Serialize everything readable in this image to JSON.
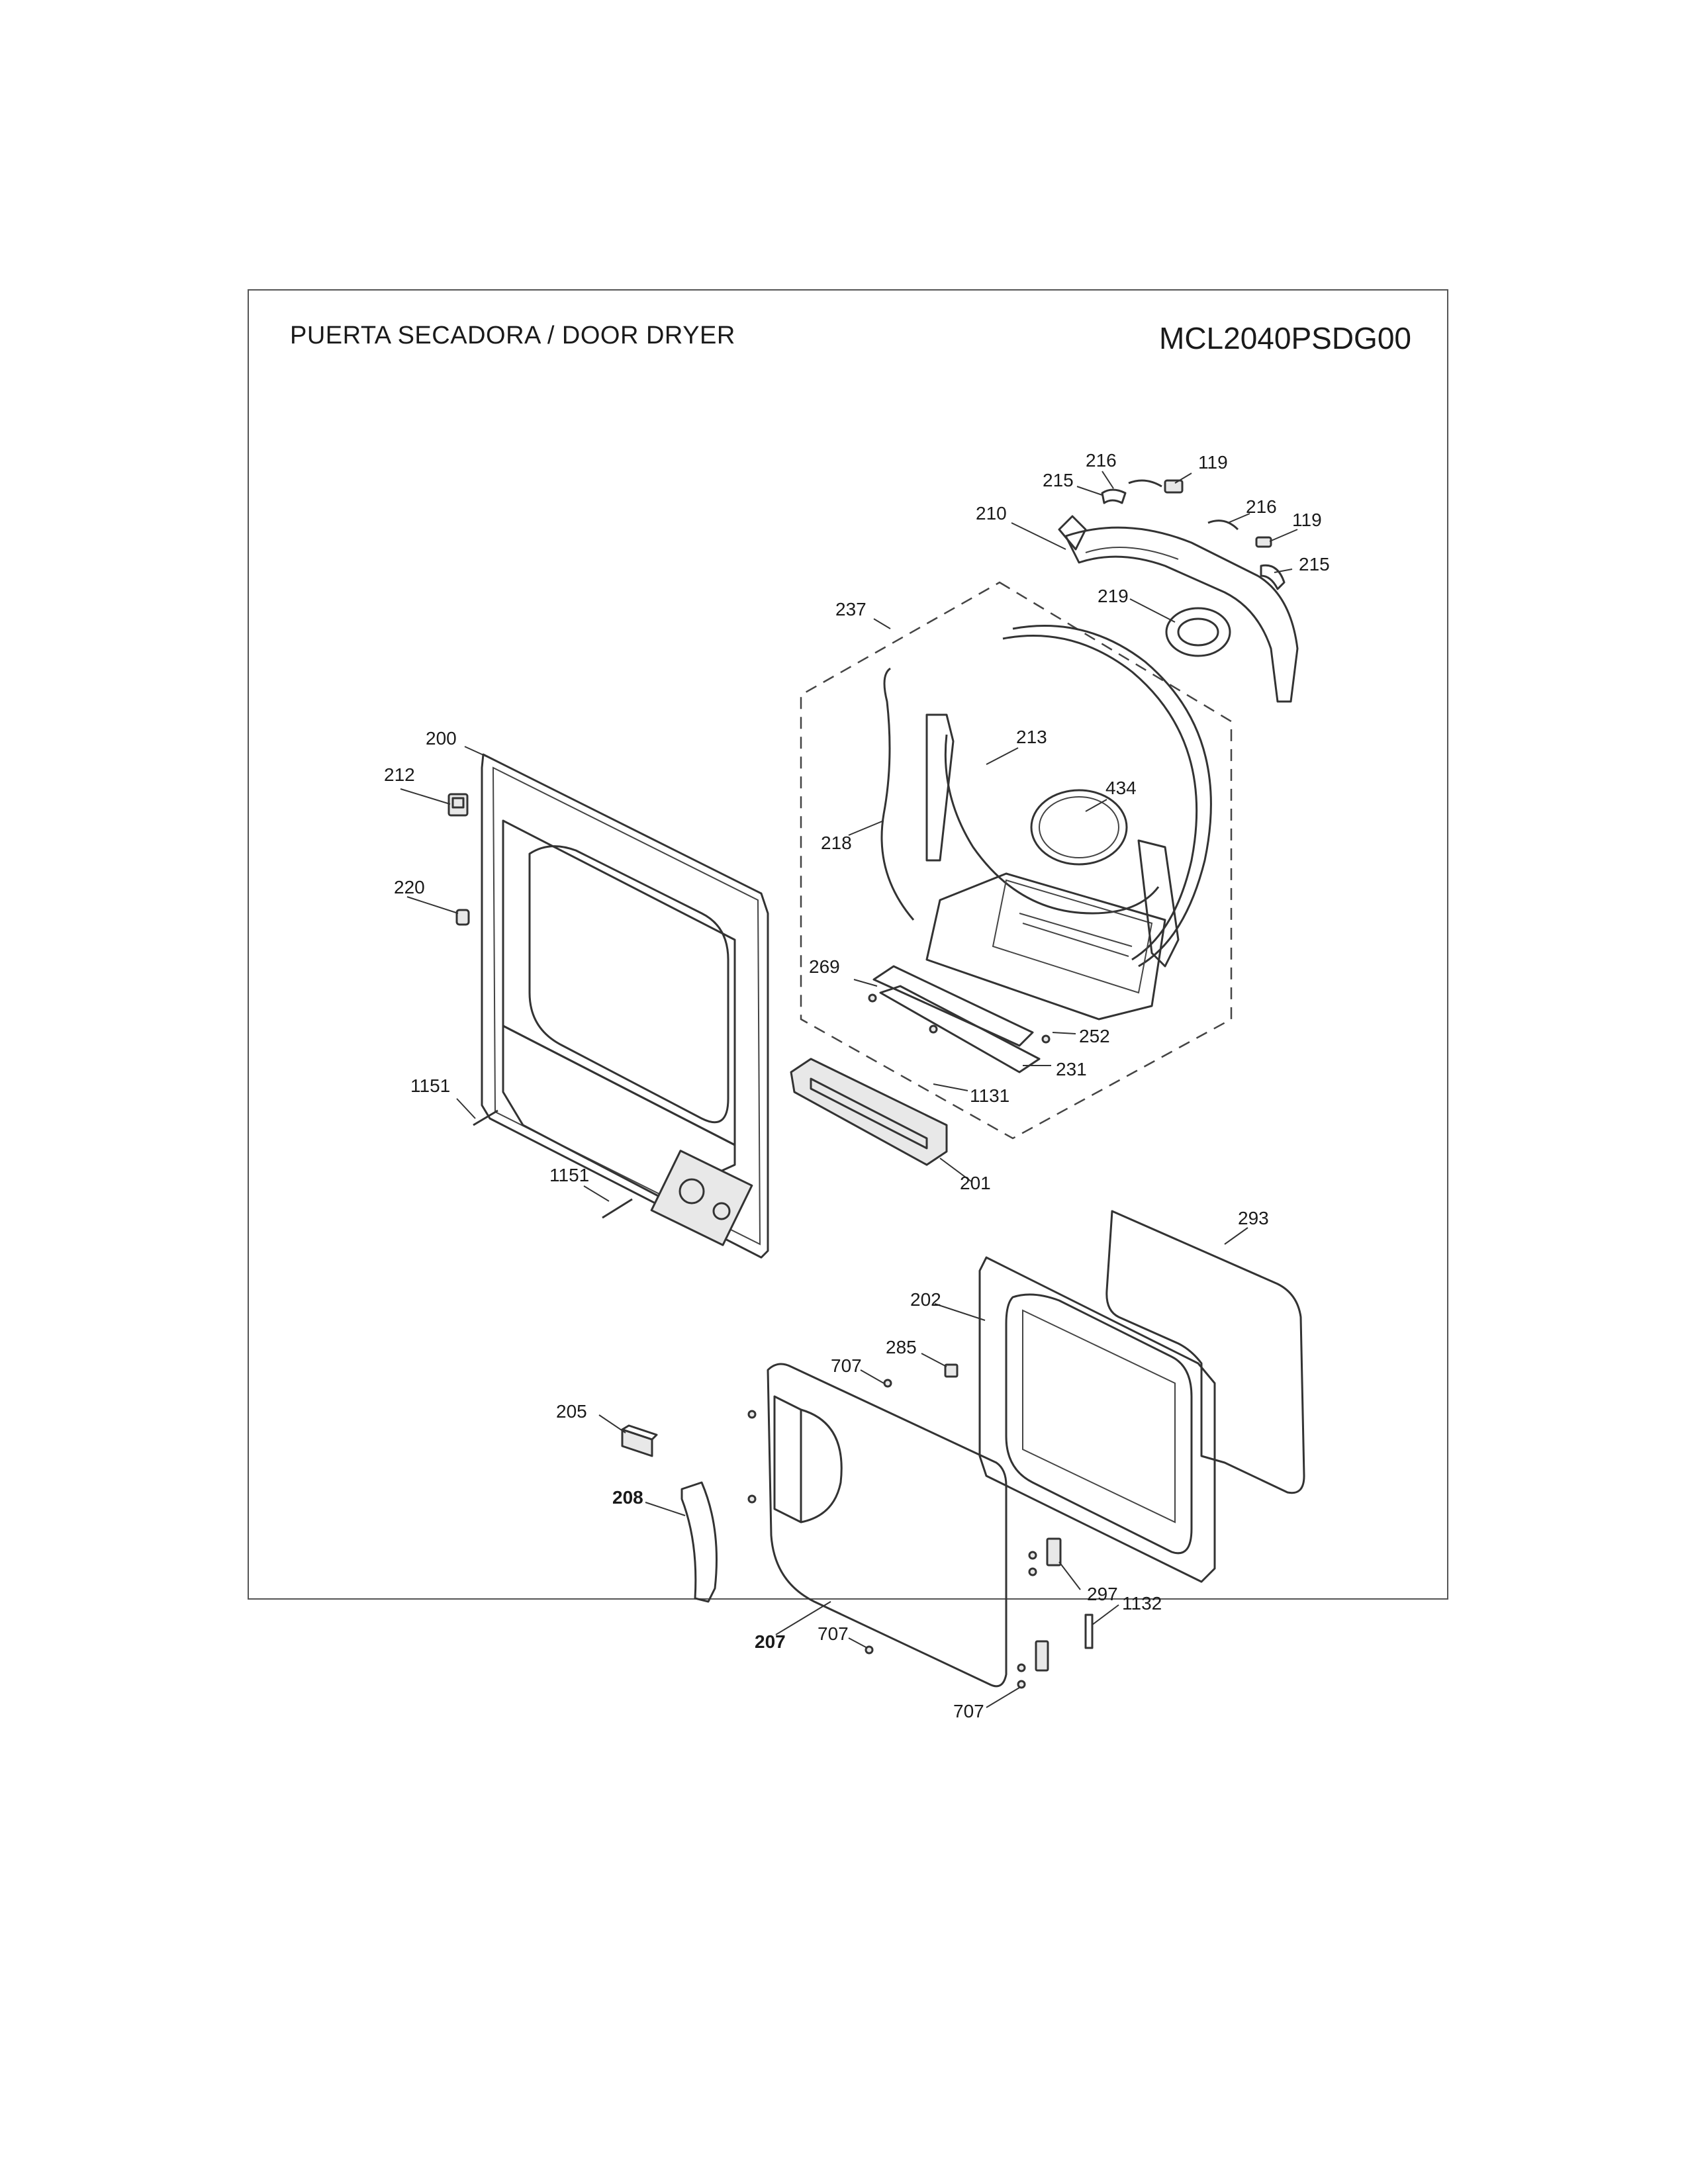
{
  "header": {
    "title": "PUERTA SECADORA / DOOR DRYER",
    "model": "MCL2040PSDG00"
  },
  "callouts": [
    {
      "id": "c-216a",
      "label": "216"
    },
    {
      "id": "c-119a",
      "label": "119"
    },
    {
      "id": "c-215a",
      "label": "215"
    },
    {
      "id": "c-210",
      "label": "210"
    },
    {
      "id": "c-216b",
      "label": "216"
    },
    {
      "id": "c-119b",
      "label": "119"
    },
    {
      "id": "c-215b",
      "label": "215"
    },
    {
      "id": "c-219",
      "label": "219"
    },
    {
      "id": "c-237",
      "label": "237"
    },
    {
      "id": "c-213",
      "label": "213"
    },
    {
      "id": "c-434",
      "label": "434"
    },
    {
      "id": "c-218",
      "label": "218"
    },
    {
      "id": "c-200",
      "label": "200"
    },
    {
      "id": "c-212",
      "label": "212"
    },
    {
      "id": "c-220",
      "label": "220"
    },
    {
      "id": "c-269",
      "label": "269"
    },
    {
      "id": "c-252",
      "label": "252"
    },
    {
      "id": "c-231",
      "label": "231"
    },
    {
      "id": "c-1131",
      "label": "1131"
    },
    {
      "id": "c-1151a",
      "label": "1151"
    },
    {
      "id": "c-201",
      "label": "201"
    },
    {
      "id": "c-1151b",
      "label": "1151"
    },
    {
      "id": "c-293",
      "label": "293"
    },
    {
      "id": "c-202",
      "label": "202"
    },
    {
      "id": "c-285",
      "label": "285"
    },
    {
      "id": "c-707a",
      "label": "707"
    },
    {
      "id": "c-205",
      "label": "205"
    },
    {
      "id": "c-208",
      "label": "208"
    },
    {
      "id": "c-297",
      "label": "297"
    },
    {
      "id": "c-1132",
      "label": "1132"
    },
    {
      "id": "c-207",
      "label": "207"
    },
    {
      "id": "c-707b",
      "label": "707"
    },
    {
      "id": "c-707c",
      "label": "707"
    }
  ]
}
